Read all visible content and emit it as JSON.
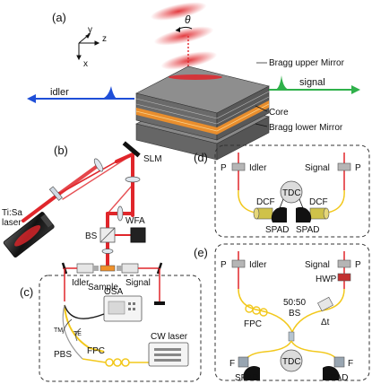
{
  "panel_a": {
    "label": "(a)",
    "axis_y": "y",
    "axis_z": "z",
    "axis_x": "x",
    "theta": "θ",
    "bragg_upper": "Bragg upper Mirror",
    "core": "Core",
    "bragg_lower": "Bragg lower Mirror",
    "idler": "idler",
    "signal": "signal"
  },
  "panel_b": {
    "label": "(b)",
    "slm": "SLM",
    "laser_line1": "Ti:Sa",
    "laser_line2": "laser",
    "bs": "BS",
    "wfa": "WFA",
    "sample": "Sample"
  },
  "panel_c": {
    "label": "(c)",
    "idler": "Idler",
    "signal": "Signal",
    "osa": "OSA",
    "tm": "TM",
    "te": "TE",
    "pbs": "PBS",
    "fpc": "FPC",
    "cw_laser": "CW laser"
  },
  "panel_d": {
    "label": "(d)",
    "p_left": "P",
    "idler": "Idler",
    "signal": "Signal",
    "p_right": "P",
    "tdc": "TDC",
    "dcf_left": "DCF",
    "dcf_right": "DCF",
    "spad_left": "SPAD",
    "spad_right": "SPAD"
  },
  "panel_e": {
    "label": "(e)",
    "p_left": "P",
    "idler": "Idler",
    "signal": "Signal",
    "p_right": "P",
    "hwp": "HWP",
    "bs_ratio": "50:50",
    "bs": "BS",
    "fpc": "FPC",
    "delay": "Δt",
    "f_left": "F",
    "f_right": "F",
    "tdc": "TDC",
    "spad_left": "SPAD",
    "spad_right": "SPAD"
  },
  "colors": {
    "beam_red": "#e0262b",
    "fiber_yellow": "#f2c81c",
    "idler_blue": "#1f4fd8",
    "signal_green": "#2fb14a",
    "core_orange": "#f0902a"
  }
}
